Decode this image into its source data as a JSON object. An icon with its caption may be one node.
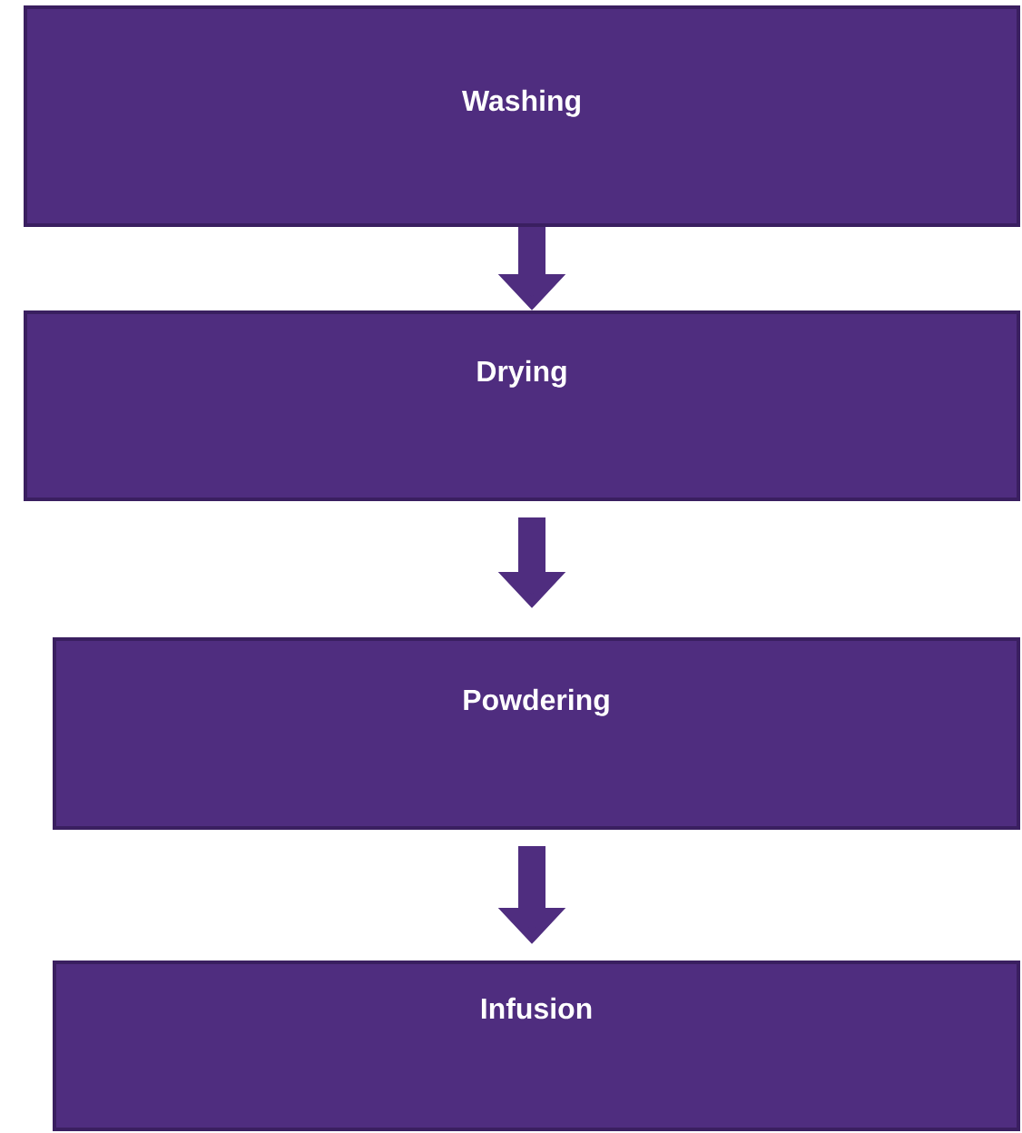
{
  "diagram": {
    "nodes": [
      {
        "text": [
          "Washing"
        ]
      },
      {
        "text": [
          "Drying"
        ]
      },
      {
        "text": [
          "Powdering"
        ]
      },
      {
        "text": [
          "Infusion"
        ]
      }
    ],
    "edges": [
      {
        "from": 0,
        "to": 1,
        "arrow": "to"
      },
      {
        "from": 1,
        "to": 2,
        "arrow": "to"
      },
      {
        "from": 2,
        "to": 3,
        "arrow": "to"
      }
    ]
  }
}
